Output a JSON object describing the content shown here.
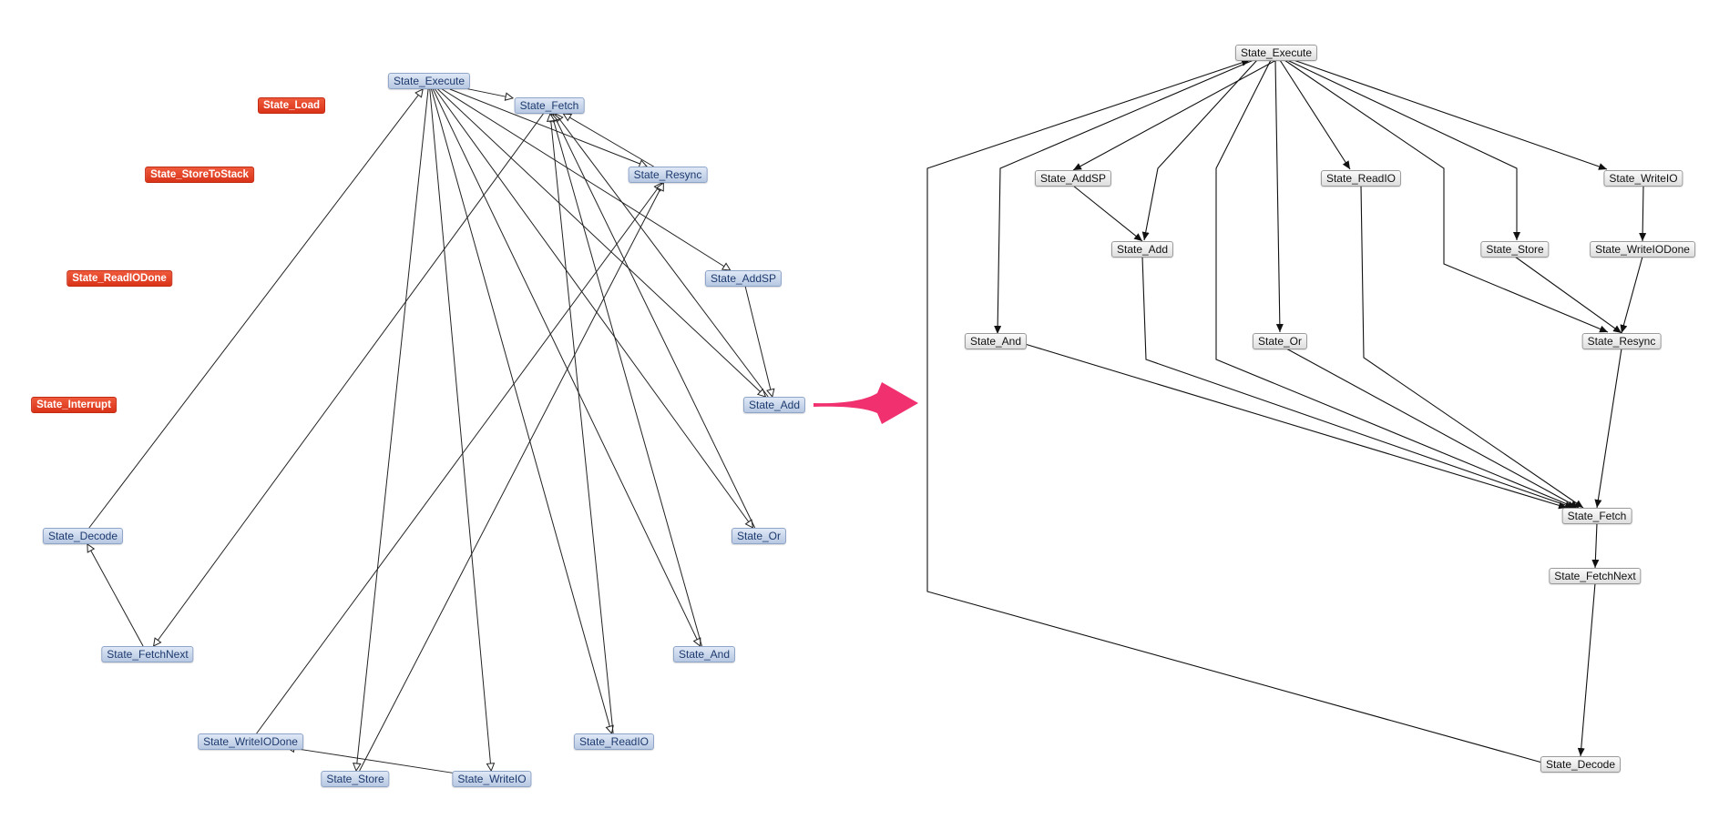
{
  "left_graph": {
    "nodes": [
      {
        "id": "l_execute",
        "label": "State_Execute",
        "style": "blue"
      },
      {
        "id": "l_fetch",
        "label": "State_Fetch",
        "style": "blue"
      },
      {
        "id": "l_resync",
        "label": "State_Resync",
        "style": "blue"
      },
      {
        "id": "l_addsp",
        "label": "State_AddSP",
        "style": "blue"
      },
      {
        "id": "l_add",
        "label": "State_Add",
        "style": "blue"
      },
      {
        "id": "l_or",
        "label": "State_Or",
        "style": "blue"
      },
      {
        "id": "l_and",
        "label": "State_And",
        "style": "blue"
      },
      {
        "id": "l_readio",
        "label": "State_ReadIO",
        "style": "blue"
      },
      {
        "id": "l_writeio",
        "label": "State_WriteIO",
        "style": "blue"
      },
      {
        "id": "l_store",
        "label": "State_Store",
        "style": "blue"
      },
      {
        "id": "l_writeiodone",
        "label": "State_WriteIODone",
        "style": "blue"
      },
      {
        "id": "l_fetchnext",
        "label": "State_FetchNext",
        "style": "blue"
      },
      {
        "id": "l_decode",
        "label": "State_Decode",
        "style": "blue"
      },
      {
        "id": "l_load",
        "label": "State_Load",
        "style": "red"
      },
      {
        "id": "l_storetostack",
        "label": "State_StoreToStack",
        "style": "red"
      },
      {
        "id": "l_readiodone",
        "label": "State_ReadIODone",
        "style": "red"
      },
      {
        "id": "l_interrupt",
        "label": "State_Interrupt",
        "style": "red"
      }
    ],
    "edges": [
      {
        "from": "l_execute",
        "to": "l_fetch"
      },
      {
        "from": "l_execute",
        "to": "l_resync"
      },
      {
        "from": "l_execute",
        "to": "l_addsp"
      },
      {
        "from": "l_execute",
        "to": "l_add"
      },
      {
        "from": "l_execute",
        "to": "l_or"
      },
      {
        "from": "l_execute",
        "to": "l_and"
      },
      {
        "from": "l_execute",
        "to": "l_readio"
      },
      {
        "from": "l_execute",
        "to": "l_writeio"
      },
      {
        "from": "l_execute",
        "to": "l_store"
      },
      {
        "from": "l_resync",
        "to": "l_fetch"
      },
      {
        "from": "l_add",
        "to": "l_fetch"
      },
      {
        "from": "l_or",
        "to": "l_fetch"
      },
      {
        "from": "l_and",
        "to": "l_fetch"
      },
      {
        "from": "l_readio",
        "to": "l_fetch"
      },
      {
        "from": "l_writeiodone",
        "to": "l_resync"
      },
      {
        "from": "l_store",
        "to": "l_resync"
      },
      {
        "from": "l_addsp",
        "to": "l_add"
      },
      {
        "from": "l_fetch",
        "to": "l_fetchnext"
      },
      {
        "from": "l_fetchnext",
        "to": "l_decode"
      },
      {
        "from": "l_decode",
        "to": "l_execute"
      },
      {
        "from": "l_writeio",
        "to": "l_writeiodone"
      }
    ]
  },
  "right_graph": {
    "nodes": [
      {
        "id": "r_execute",
        "label": "State_Execute"
      },
      {
        "id": "r_addsp",
        "label": "State_AddSP"
      },
      {
        "id": "r_readio",
        "label": "State_ReadIO"
      },
      {
        "id": "r_writeio",
        "label": "State_WriteIO"
      },
      {
        "id": "r_add",
        "label": "State_Add"
      },
      {
        "id": "r_store",
        "label": "State_Store"
      },
      {
        "id": "r_writeiodone",
        "label": "State_WriteIODone"
      },
      {
        "id": "r_and",
        "label": "State_And"
      },
      {
        "id": "r_or",
        "label": "State_Or"
      },
      {
        "id": "r_resync",
        "label": "State_Resync"
      },
      {
        "id": "r_fetch",
        "label": "State_Fetch"
      },
      {
        "id": "r_fetchnext",
        "label": "State_FetchNext"
      },
      {
        "id": "r_decode",
        "label": "State_Decode"
      }
    ],
    "edges": [
      {
        "from": "r_execute",
        "to": "r_addsp"
      },
      {
        "from": "r_execute",
        "to": "r_add"
      },
      {
        "from": "r_execute",
        "to": "r_and"
      },
      {
        "from": "r_execute",
        "to": "r_or"
      },
      {
        "from": "r_execute",
        "to": "r_readio"
      },
      {
        "from": "r_execute",
        "to": "r_store"
      },
      {
        "from": "r_execute",
        "to": "r_writeio"
      },
      {
        "from": "r_execute",
        "to": "r_resync"
      },
      {
        "from": "r_execute",
        "to": "r_fetch"
      },
      {
        "from": "r_addsp",
        "to": "r_add"
      },
      {
        "from": "r_writeio",
        "to": "r_writeiodone"
      },
      {
        "from": "r_store",
        "to": "r_resync"
      },
      {
        "from": "r_writeiodone",
        "to": "r_resync"
      },
      {
        "from": "r_and",
        "to": "r_fetch"
      },
      {
        "from": "r_add",
        "to": "r_fetch"
      },
      {
        "from": "r_or",
        "to": "r_fetch"
      },
      {
        "from": "r_readio",
        "to": "r_fetch"
      },
      {
        "from": "r_resync",
        "to": "r_fetch"
      },
      {
        "from": "r_fetch",
        "to": "r_fetchnext"
      },
      {
        "from": "r_fetchnext",
        "to": "r_decode"
      },
      {
        "from": "r_decode",
        "to": "r_execute"
      }
    ]
  },
  "arrow_color": "#f0306f"
}
